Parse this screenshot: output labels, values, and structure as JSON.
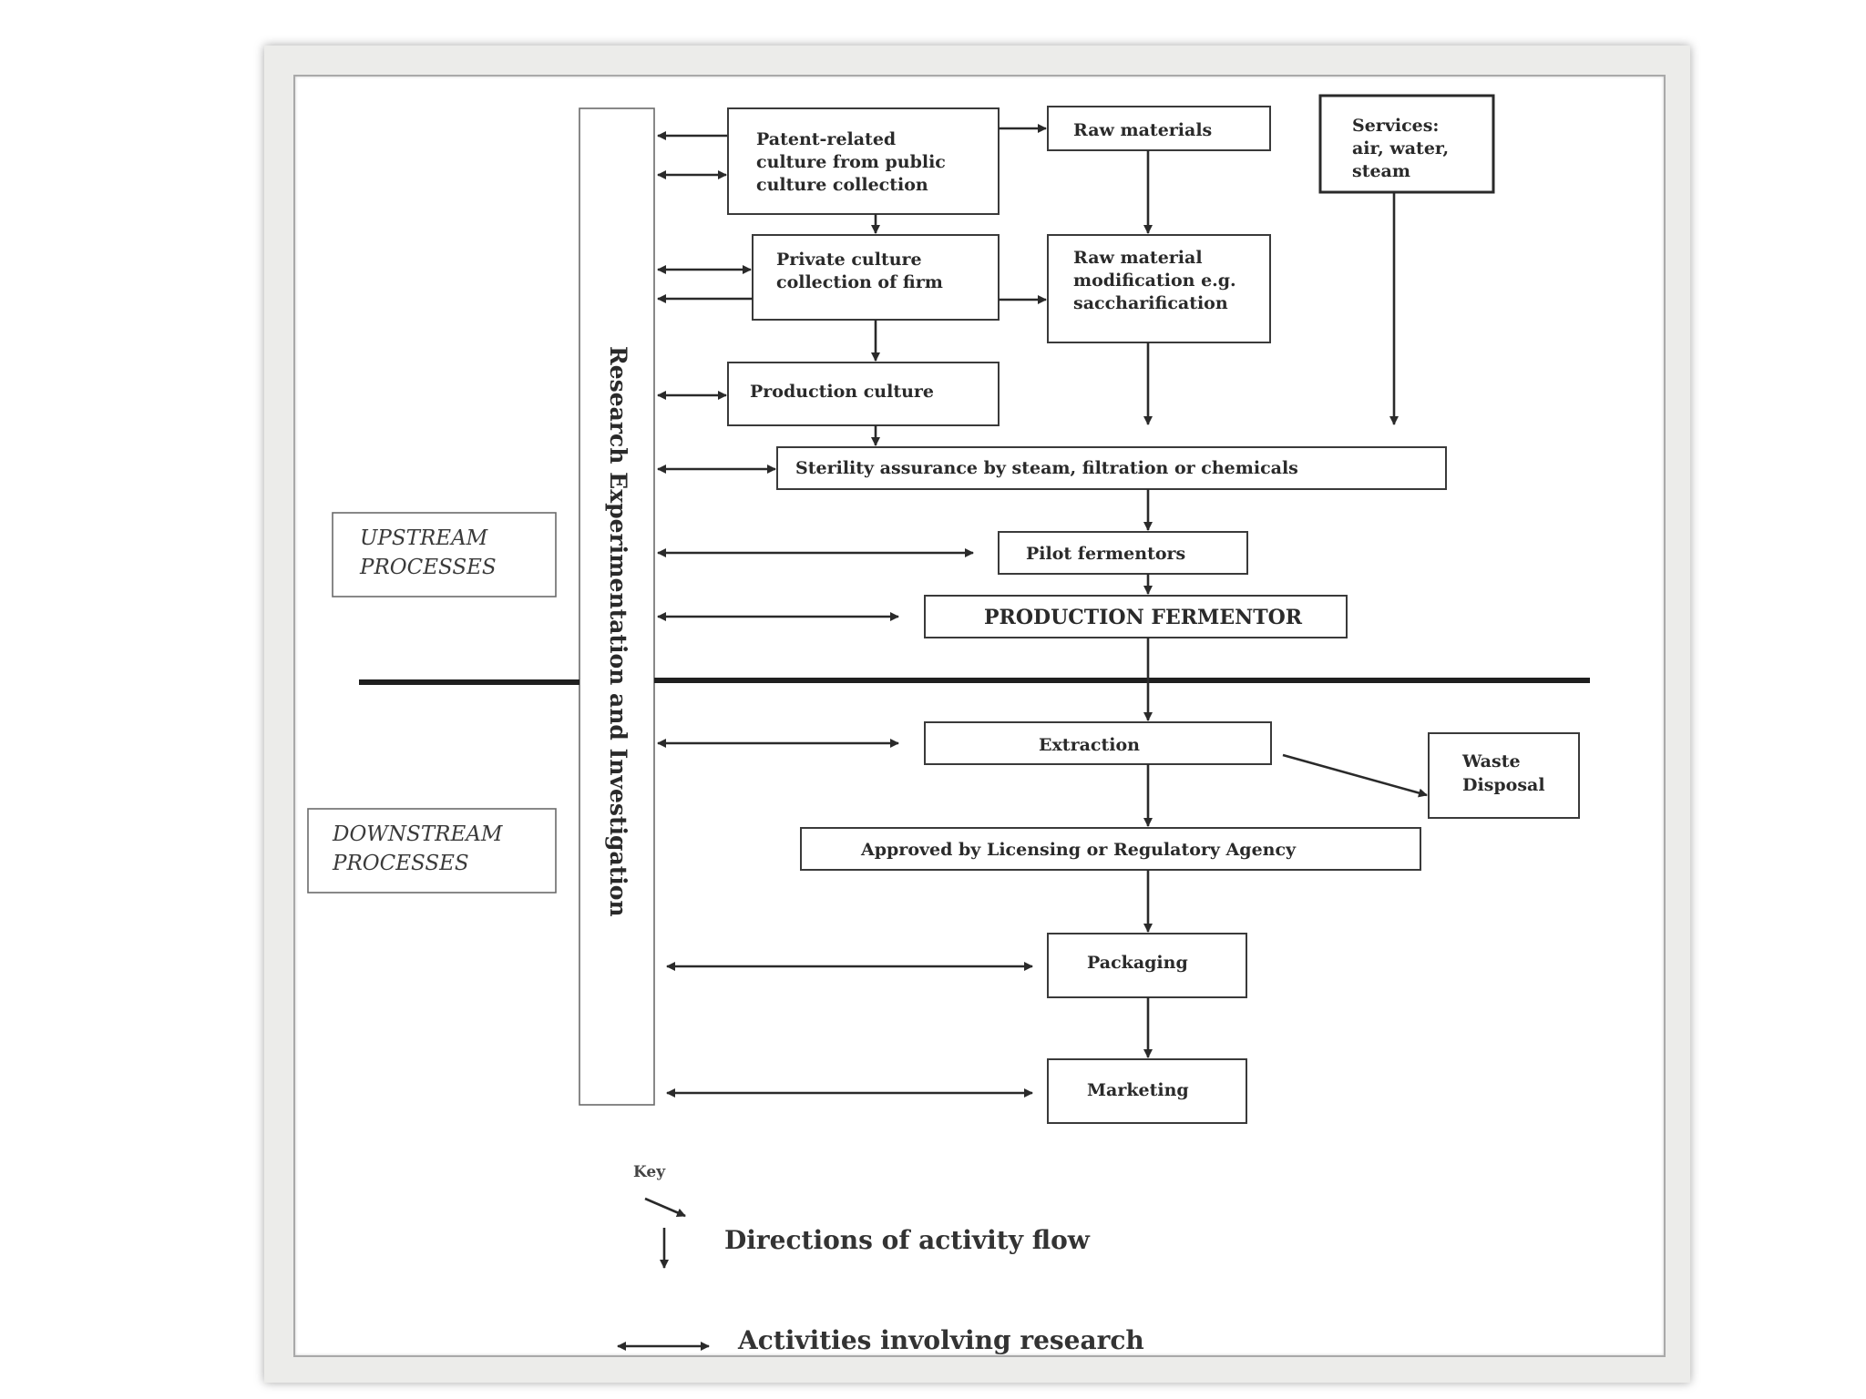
{
  "boxes": {
    "patent_culture": [
      "Patent-related",
      "culture from public",
      "culture collection"
    ],
    "private_culture": [
      "Private culture",
      "collection of firm"
    ],
    "production_culture": "Production culture",
    "raw_materials": "Raw materials",
    "raw_modification": [
      "Raw material",
      "modification e.g.",
      "saccharification"
    ],
    "services": [
      "Services:",
      "air, water,",
      "steam"
    ],
    "sterility": "Sterility assurance by steam, filtration or chemicals",
    "pilot": "Pilot fermentors",
    "production_fermentor": "PRODUCTION FERMENTOR",
    "extraction": "Extraction",
    "waste": [
      "Waste",
      "Disposal"
    ],
    "approved": "Approved by Licensing or Regulatory Agency",
    "packaging": "Packaging",
    "marketing": "Marketing"
  },
  "research_column": "Research Experimentation and Investigation",
  "sections": {
    "upstream": [
      "UPSTREAM",
      "PROCESSES"
    ],
    "downstream": [
      "DOWNSTREAM",
      "PROCESSES"
    ]
  },
  "key": {
    "title": "Key",
    "flow": "Directions of activity flow",
    "research": "Activities involving research"
  }
}
